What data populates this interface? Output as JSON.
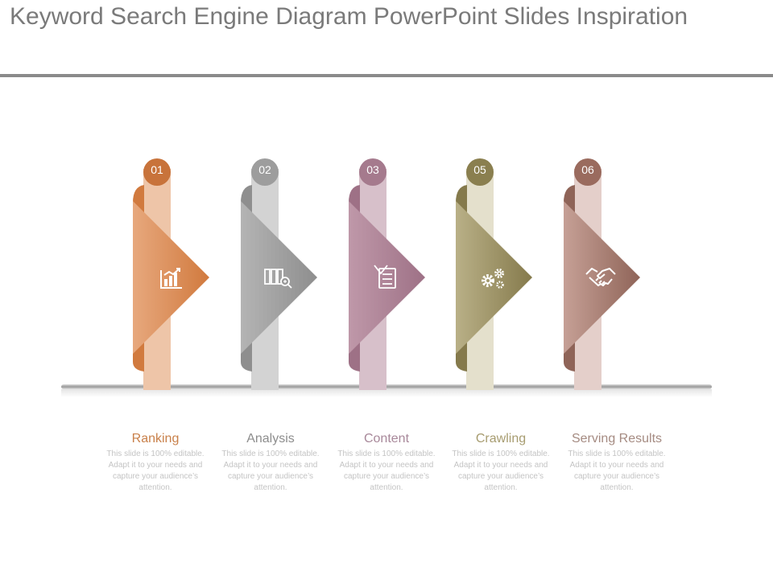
{
  "title": "Keyword Search Engine Diagram PowerPoint Slides Inspiration",
  "steps": [
    {
      "number": "01",
      "label": "Ranking",
      "text": "This slide is 100% editable. Adapt it to your needs and capture your audience’s attention.",
      "icon": "bar-chart-growth-icon",
      "colors": {
        "main": "#d17a3e",
        "light": "#e7a87d",
        "pale": "#eec5a8",
        "badge": "#c8733b",
        "label": "#c9804a"
      }
    },
    {
      "number": "02",
      "label": "Analysis",
      "text": "This slide is 100% editable. Adapt it to your needs and capture your audience’s attention.",
      "icon": "binders-search-icon",
      "colors": {
        "main": "#8e8e8e",
        "light": "#b4b4b4",
        "pale": "#d3d3d3",
        "badge": "#9d9d9d",
        "label": "#8d8d8d"
      }
    },
    {
      "number": "03",
      "label": "Content",
      "text": "This slide is 100% editable. Adapt it to your needs and capture your audience’s attention.",
      "icon": "checklist-icon",
      "colors": {
        "main": "#9e7186",
        "light": "#bf98a9",
        "pale": "#d7c0ca",
        "badge": "#a57a8d",
        "label": "#a8889a"
      }
    },
    {
      "number": "05",
      "label": "Crawling",
      "text": "This slide is 100% editable. Adapt it to your needs and capture your audience’s attention.",
      "icon": "gears-icon",
      "colors": {
        "main": "#857a4c",
        "light": "#b9b087",
        "pale": "#e4e0cc",
        "badge": "#8a7f4f",
        "label": "#a79c70"
      }
    },
    {
      "number": "06",
      "label": "Serving Results",
      "text": "This slide is 100% editable. Adapt it to your needs and capture your audience’s attention.",
      "icon": "handshake-icon",
      "colors": {
        "main": "#8f6458",
        "light": "#c6a096",
        "pale": "#e4cfca",
        "badge": "#9a6b5e",
        "label": "#a58b82"
      }
    }
  ]
}
